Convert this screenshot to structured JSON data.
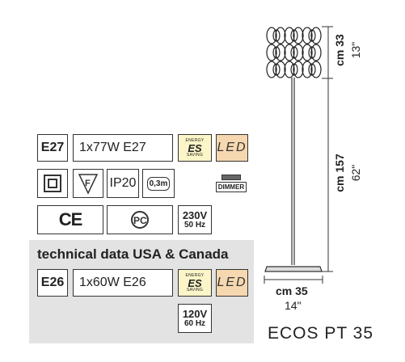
{
  "spec_eu": {
    "socket": "E27",
    "bulb": "1x77W E27",
    "energy_top": "ENERGY",
    "energy_es": "ES",
    "energy_bottom": "SAVING",
    "led": "LED",
    "ip": "IP20",
    "distance": "0,3m",
    "dimmer": "DIMMER",
    "voltage": "230V",
    "frequency": "50 Hz"
  },
  "spec_usa": {
    "title": "technical data USA & Canada",
    "socket": "E26",
    "bulb": "1x60W E26",
    "energy_top": "ENERGY",
    "energy_es": "ES",
    "energy_bottom": "SAVING",
    "led": "LED",
    "voltage": "120V",
    "frequency": "60 Hz"
  },
  "dimensions": {
    "head_cm": "cm 33",
    "head_in": "13\"",
    "height_cm": "cm 157",
    "height_in": "62\"",
    "base_cm": "cm 35",
    "base_in": "14\""
  },
  "model": "ECOS PT 35",
  "colors": {
    "usa_panel": "#e3e3e3",
    "es_box": "#fbf5c8",
    "led_box": "#f6d8b0"
  }
}
